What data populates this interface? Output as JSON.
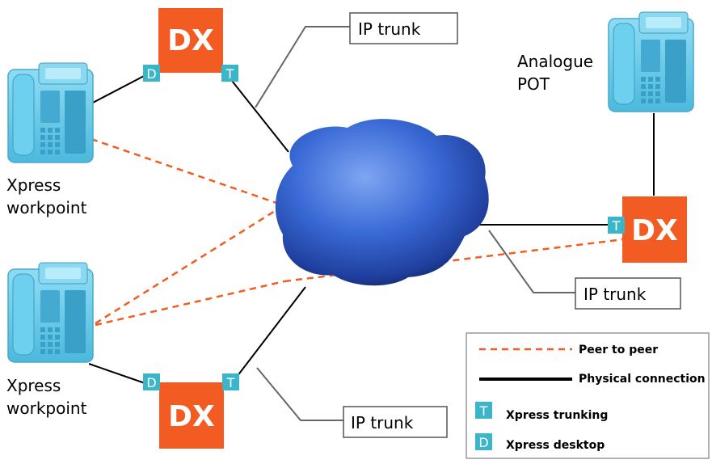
{
  "colors": {
    "dx_fill": "#f25c22",
    "port_fill": "#3bb6c9",
    "phone_fill": "#5ec8e6",
    "peer_line": "#f25c22",
    "physical_line": "#000000",
    "cloud": "#2f5fd0"
  },
  "nodes": {
    "dx_top_left": "DX",
    "dx_right": "DX",
    "dx_bottom": "DX"
  },
  "ports": {
    "d": "D",
    "t": "T"
  },
  "trunk_labels": {
    "top": "IP trunk",
    "right": "IP trunk",
    "bottom": "IP trunk"
  },
  "device_labels": {
    "workpoint_top_line1": "Xpress",
    "workpoint_top_line2": "workpoint",
    "workpoint_bottom_line1": "Xpress",
    "workpoint_bottom_line2": "workpoint",
    "analogue_line1": "Analogue",
    "analogue_line2": "POT"
  },
  "legend": {
    "peer_to_peer": "Peer to peer",
    "physical_connection": "Physical connection",
    "xpress_trunking": "Xpress trunking",
    "xpress_desktop": "Xpress desktop",
    "t_icon": "T",
    "d_icon": "D"
  }
}
